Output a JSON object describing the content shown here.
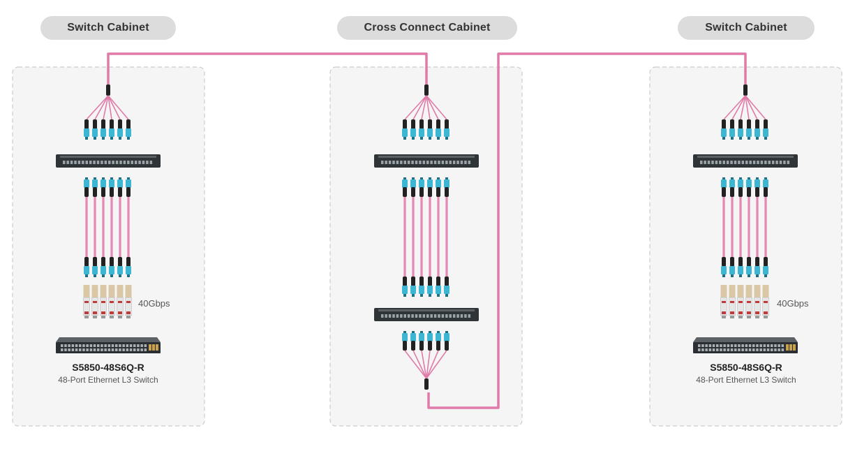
{
  "cabinets": [
    {
      "label": "Switch Cabinet",
      "kind": "switch",
      "speed_label": "40Gbps",
      "device_model": "S5850-48S6Q-R",
      "device_desc": "48-Port Ethernet L3 Switch"
    },
    {
      "label": "Cross Connect Cabinet",
      "kind": "cross-connect"
    },
    {
      "label": "Switch Cabinet",
      "kind": "switch",
      "speed_label": "40Gbps",
      "device_model": "S5850-48S6Q-R",
      "device_desc": "48-Port Ethernet L3 Switch"
    }
  ],
  "colors": {
    "fiber": "#e07aa8",
    "fiber_light": "#eeb0cc",
    "connector_blue": "#3cb6d2",
    "connector_black": "#222222",
    "cabinet_fill": "#f5f5f5",
    "cabinet_border": "#cccccc",
    "pill_bg": "#dcdcdc",
    "panel_body": "#2f3437",
    "transceiver": "#d9c7a6"
  },
  "icons": [
    "fiber-trunk-cable",
    "mtp-fanout-icon",
    "patch-panel-icon",
    "mtp-connector-icon",
    "qsfp-transceiver-icon",
    "network-switch-icon"
  ]
}
